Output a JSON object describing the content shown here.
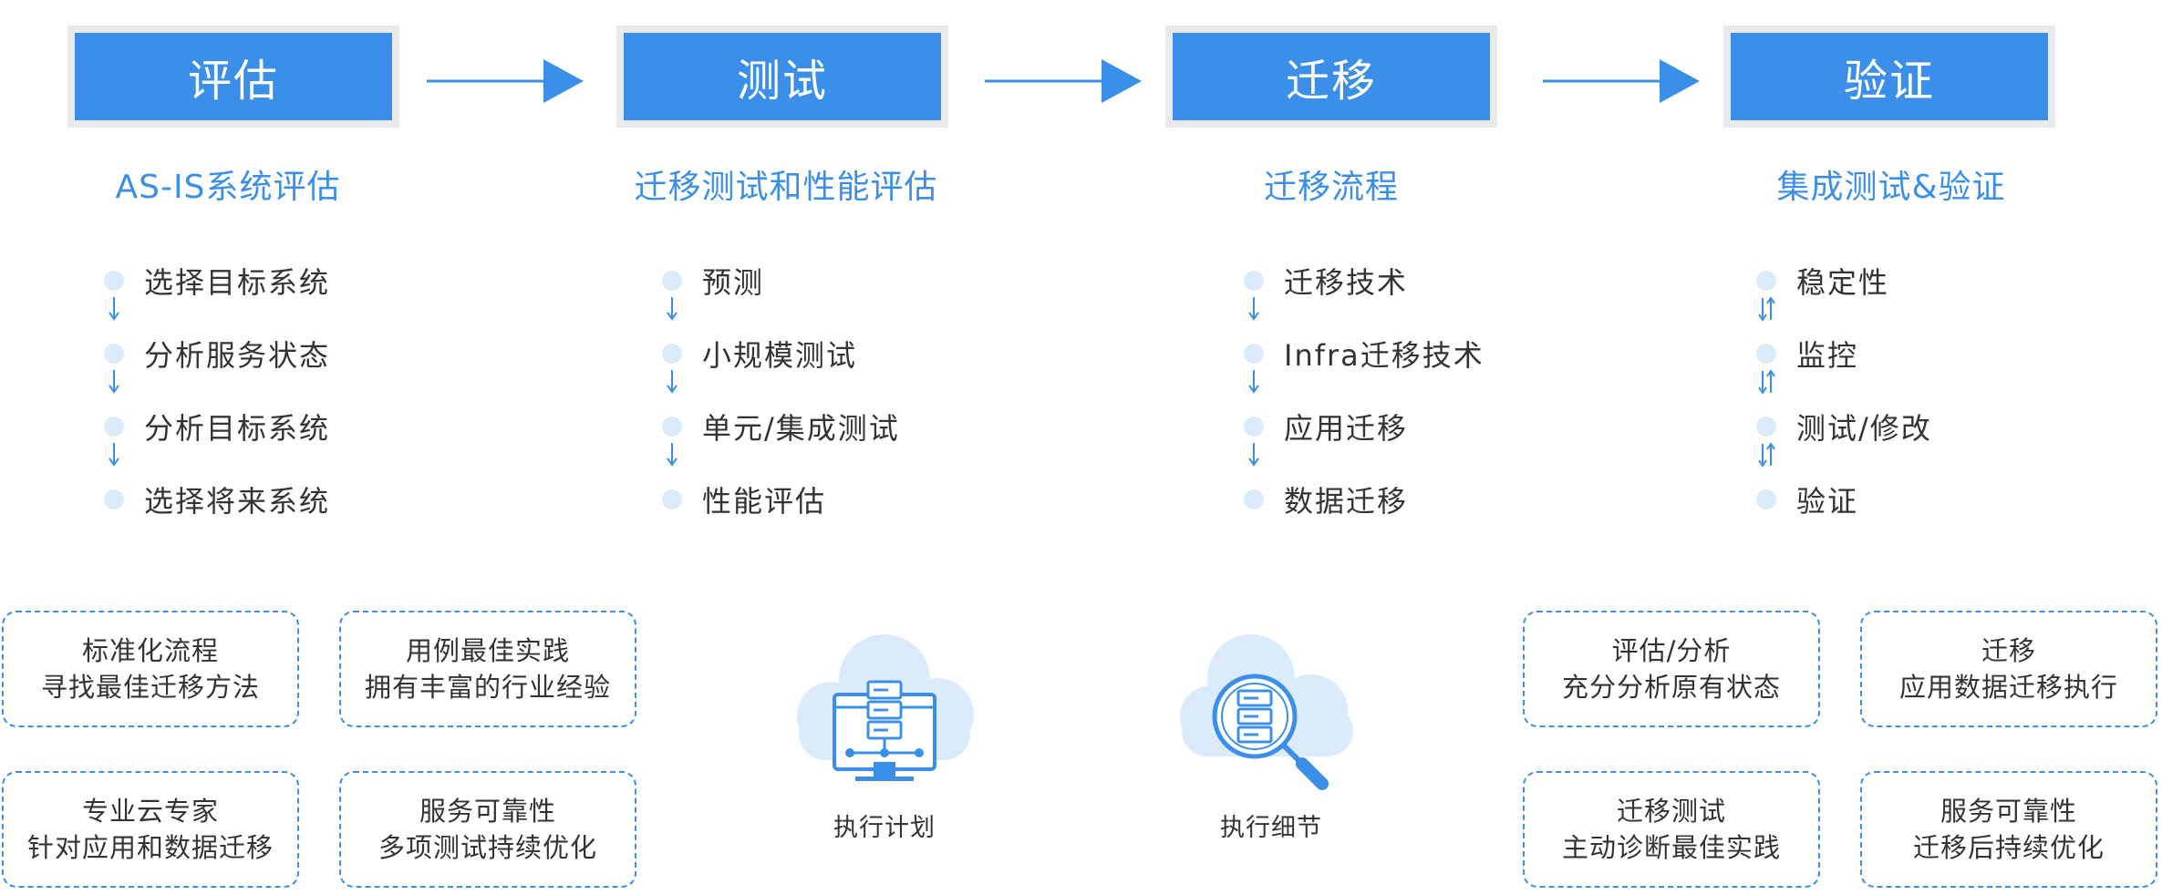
{
  "accent_color": "#3b8fe8",
  "stages": [
    {
      "label": "评估",
      "title": "AS-IS系统评估",
      "steps": [
        "选择目标系统",
        "分析服务状态",
        "分析目标系统",
        "选择将来系统"
      ],
      "connector": "down"
    },
    {
      "label": "测试",
      "title": "迁移测试和性能评估",
      "steps": [
        "预测",
        "小规模测试",
        "单元/集成测试",
        "性能评估"
      ],
      "connector": "down"
    },
    {
      "label": "迁移",
      "title": "迁移流程",
      "steps": [
        "迁移技术",
        "Infra迁移技术",
        "应用迁移",
        "数据迁移"
      ],
      "connector": "down"
    },
    {
      "label": "验证",
      "title": "集成测试&验证",
      "steps": [
        "稳定性",
        "监控",
        "测试/修改",
        "验证"
      ],
      "connector": "bidirectional"
    }
  ],
  "tips_left": [
    {
      "line1": "标准化流程",
      "line2": "寻找最佳迁移方法"
    },
    {
      "line1": "用例最佳实践",
      "line2": "拥有丰富的行业经验"
    },
    {
      "line1": "专业云专家",
      "line2": "针对应用和数据迁移"
    },
    {
      "line1": "服务可靠性",
      "line2": "多项测试持续优化"
    }
  ],
  "tips_right": [
    {
      "line1": "评估/分析",
      "line2": "充分分析原有状态"
    },
    {
      "line1": "迁移",
      "line2": "应用数据迁移执行"
    },
    {
      "line1": "迁移测试",
      "line2": "主动诊断最佳实践"
    },
    {
      "line1": "服务可靠性",
      "line2": "迁移后持续优化"
    }
  ],
  "illustrations": [
    {
      "icon": "cloud-monitor-server-icon",
      "label": "执行计划"
    },
    {
      "icon": "cloud-magnifier-server-icon",
      "label": "执行细节"
    }
  ]
}
